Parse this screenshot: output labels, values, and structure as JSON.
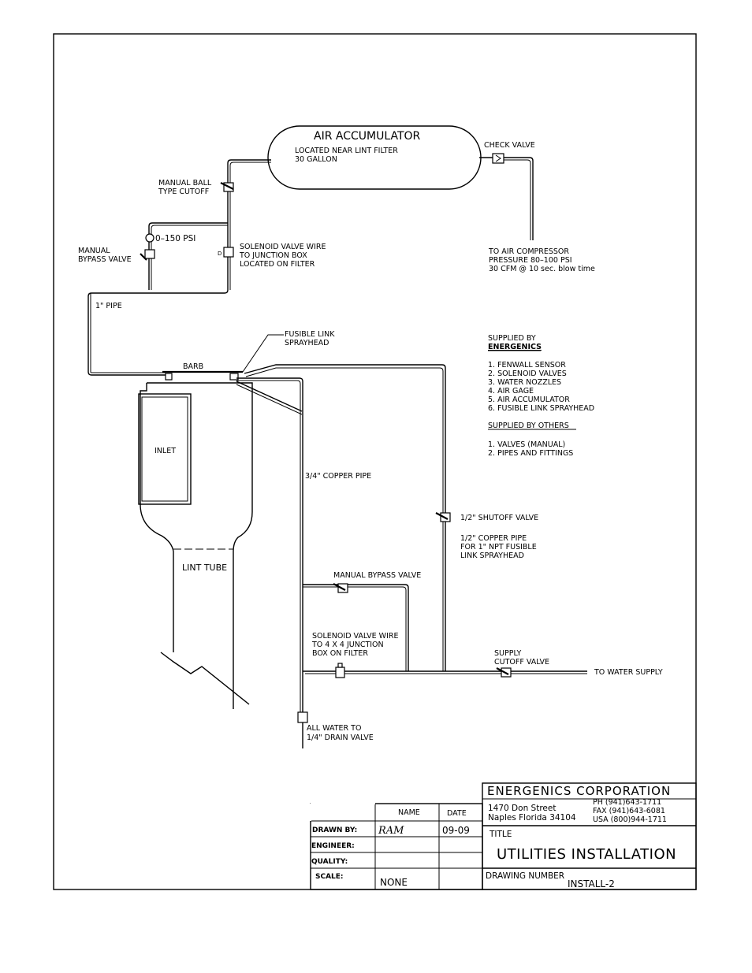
{
  "diagram": {
    "accumulator": {
      "title": "AIR ACCUMULATOR",
      "line1": "LOCATED NEAR LINT FILTER",
      "line2": "30 GALLON"
    },
    "check_valve": "CHECK VALVE",
    "manual_ball": [
      "MANUAL BALL",
      "TYPE CUTOFF"
    ],
    "gauge": "0–150 PSI",
    "manual_bypass_top": [
      "MANUAL",
      "BYPASS VALVE"
    ],
    "solenoid_top": [
      "SOLENOID VALVE WIRE",
      "TO JUNCTION BOX",
      "LOCATED ON FILTER"
    ],
    "compressor": [
      "TO AIR COMPRESSOR",
      "PRESSURE 80–100 PSI",
      "30 CFM @ 10 sec. blow time"
    ],
    "pipe_1in": "1\" PIPE",
    "fusible": [
      "FUSIBLE LINK",
      "SPRAYHEAD"
    ],
    "barb": "BARB",
    "inlet": "INLET",
    "lint_tube": "LINT TUBE",
    "copper_34": "3/4\" COPPER PIPE",
    "shutoff": "1/2\" SHUTOFF VALVE",
    "copper_12": [
      "1/2\" COPPER PIPE",
      "FOR 1\" NPT FUSIBLE",
      "LINK SPRAYHEAD"
    ],
    "manual_bypass_low": "MANUAL BYPASS VALVE",
    "solenoid_low": [
      "SOLENOID VALVE WIRE",
      "TO 4 X 4 JUNCTION",
      "BOX ON FILTER"
    ],
    "supply_cutoff": [
      "SUPPLY",
      "CUTOFF VALVE"
    ],
    "water_supply": "TO WATER SUPPLY",
    "drain": [
      "ALL WATER TO",
      "1/4\" DRAIN VALVE"
    ],
    "supplied_by": {
      "heading": "SUPPLIED BY",
      "company": "ENERGENICS",
      "items": [
        "1. FENWALL SENSOR",
        "2. SOLENOID VALVES",
        "3. WATER NOZZLES",
        "4. AIR GAGE",
        "5. AIR ACCUMULATOR",
        "6. FUSIBLE LINK SPRAYHEAD"
      ]
    },
    "supplied_others": {
      "heading": "SUPPLIED BY OTHERS",
      "items": [
        "1. VALVES (MANUAL)",
        "2. PIPES AND FITTINGS"
      ]
    }
  },
  "title_block": {
    "company": "ENERGENICS CORPORATION",
    "address1": "1470 Don Street",
    "address2": "Naples Florida 34104",
    "phone": "PH (941)643-1711",
    "fax": "FAX (941)643-6081",
    "usa": "USA (800)944-1711",
    "name_hdr": "NAME",
    "date_hdr": "DATE",
    "drawn_by": "DRAWN BY:",
    "drawn_name": "RAM",
    "drawn_date": "09-09",
    "engineer": "ENGINEER:",
    "quality": "QUALITY:",
    "scale": "SCALE:",
    "scale_val": "NONE",
    "title_lbl": "TITLE",
    "title_val": "UTILITIES INSTALLATION",
    "drawing_lbl": "DRAWING NUMBER",
    "drawing_val": "INSTALL-2"
  }
}
